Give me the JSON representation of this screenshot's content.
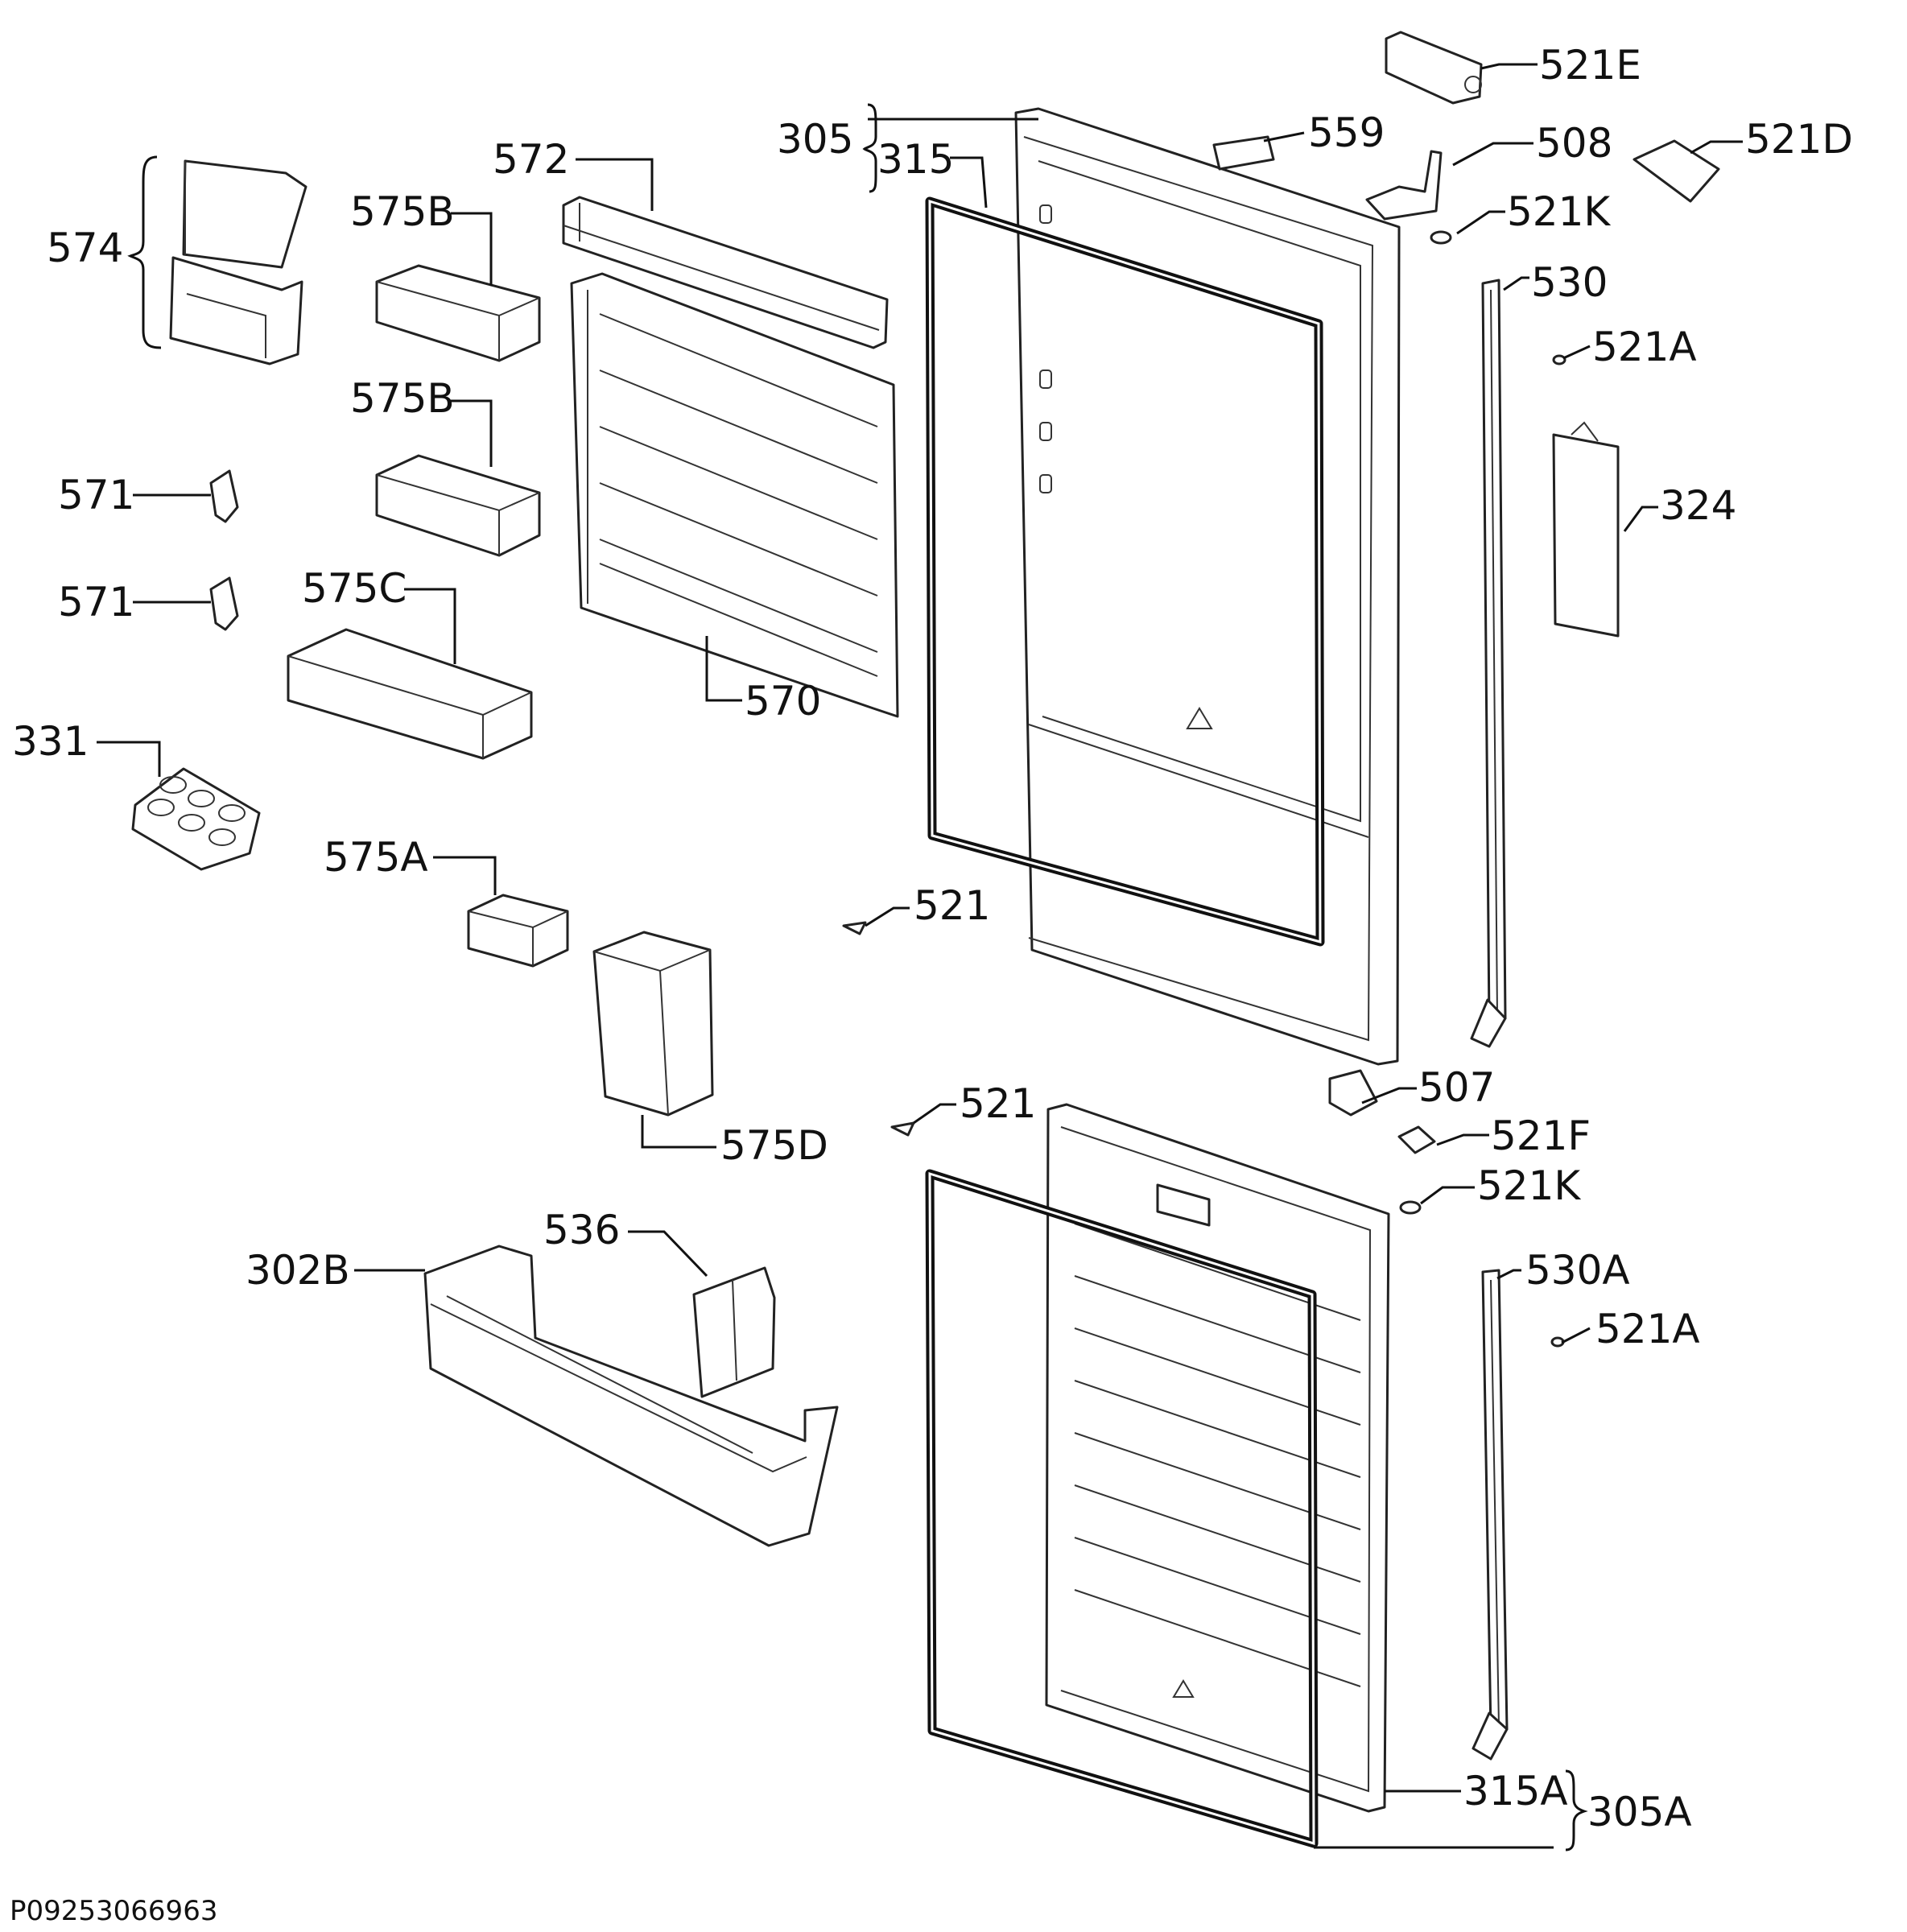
{
  "diagram_code": "P09253066963",
  "labels": [
    "521E",
    "305",
    "315",
    "559",
    "508",
    "521D",
    "521K",
    "572",
    "575B",
    "574",
    "530",
    "521A",
    "575B",
    "324",
    "571",
    "571",
    "575C",
    "570",
    "331",
    "575A",
    "521",
    "507",
    "521",
    "521F",
    "575D",
    "521K",
    "536",
    "302B",
    "530A",
    "521A",
    "315A",
    "305A"
  ]
}
